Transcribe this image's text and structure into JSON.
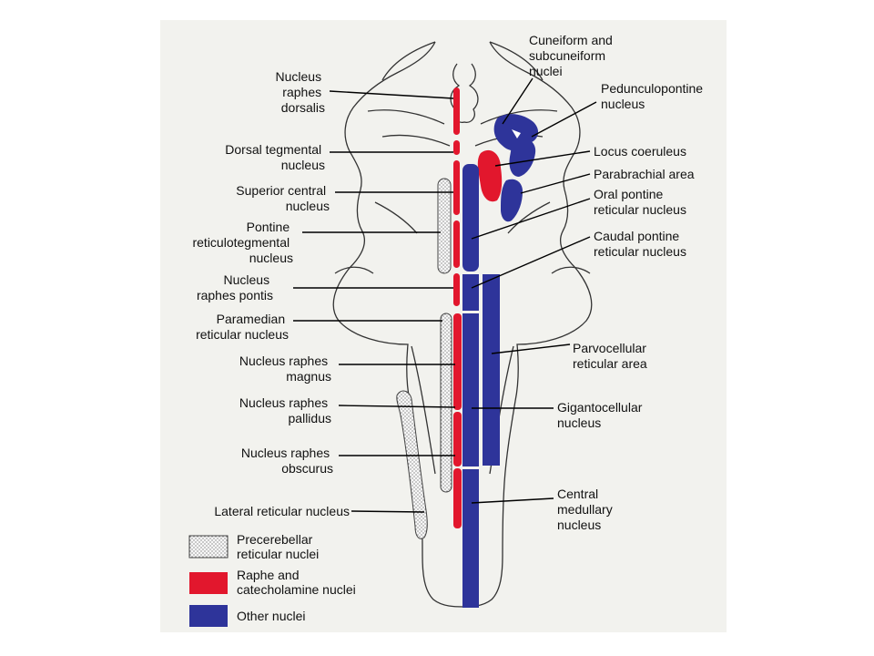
{
  "colors": {
    "panel": "#f2f2ee",
    "raphe": "#e2172d",
    "other": "#2e349a",
    "precerebellar_fill": "#f4f4f4",
    "outline": "#333333"
  },
  "labels": {
    "cuneiform": [
      "Cuneiform and",
      "subcuneiform",
      "nuclei"
    ],
    "pedunculopontine": [
      "Pedunculopontine",
      "nucleus"
    ],
    "locus_coeruleus": [
      "Locus coeruleus"
    ],
    "parabrachial": [
      "Parabrachial area"
    ],
    "oral_pontine": [
      "Oral pontine",
      "reticular nucleus"
    ],
    "caudal_pontine": [
      "Caudal pontine",
      "reticular nucleus"
    ],
    "parvocellular": [
      "Parvocellular",
      "reticular area"
    ],
    "gigantocellular": [
      "Gigantocellular",
      "nucleus"
    ],
    "central_medullary": [
      "Central",
      "medullary",
      "nucleus"
    ],
    "raphes_dorsalis": [
      "Nucleus",
      "raphes",
      "dorsalis"
    ],
    "dorsal_tegmental": [
      "Dorsal tegmental",
      "nucleus"
    ],
    "superior_central": [
      "Superior central",
      "nucleus"
    ],
    "pontine_reticulotegmental": [
      "Pontine",
      "reticulotegmental",
      "nucleus"
    ],
    "raphes_pontis": [
      "Nucleus",
      "raphes  pontis"
    ],
    "paramedian": [
      "Paramedian",
      "reticular nucleus"
    ],
    "raphes_magnus": [
      "Nucleus raphes",
      "magnus"
    ],
    "raphes_pallidus": [
      "Nucleus raphes",
      "pallidus"
    ],
    "raphes_obscurus": [
      "Nucleus raphes",
      "obscurus"
    ],
    "lateral_reticular": [
      "Lateral reticular nucleus"
    ]
  },
  "legend": [
    {
      "key": "precerebellar",
      "lines": [
        "Precerebellar",
        "reticular nuclei"
      ]
    },
    {
      "key": "raphe",
      "lines": [
        "Raphe and",
        "catecholamine nuclei"
      ]
    },
    {
      "key": "other",
      "lines": [
        "Other nuclei"
      ]
    }
  ]
}
